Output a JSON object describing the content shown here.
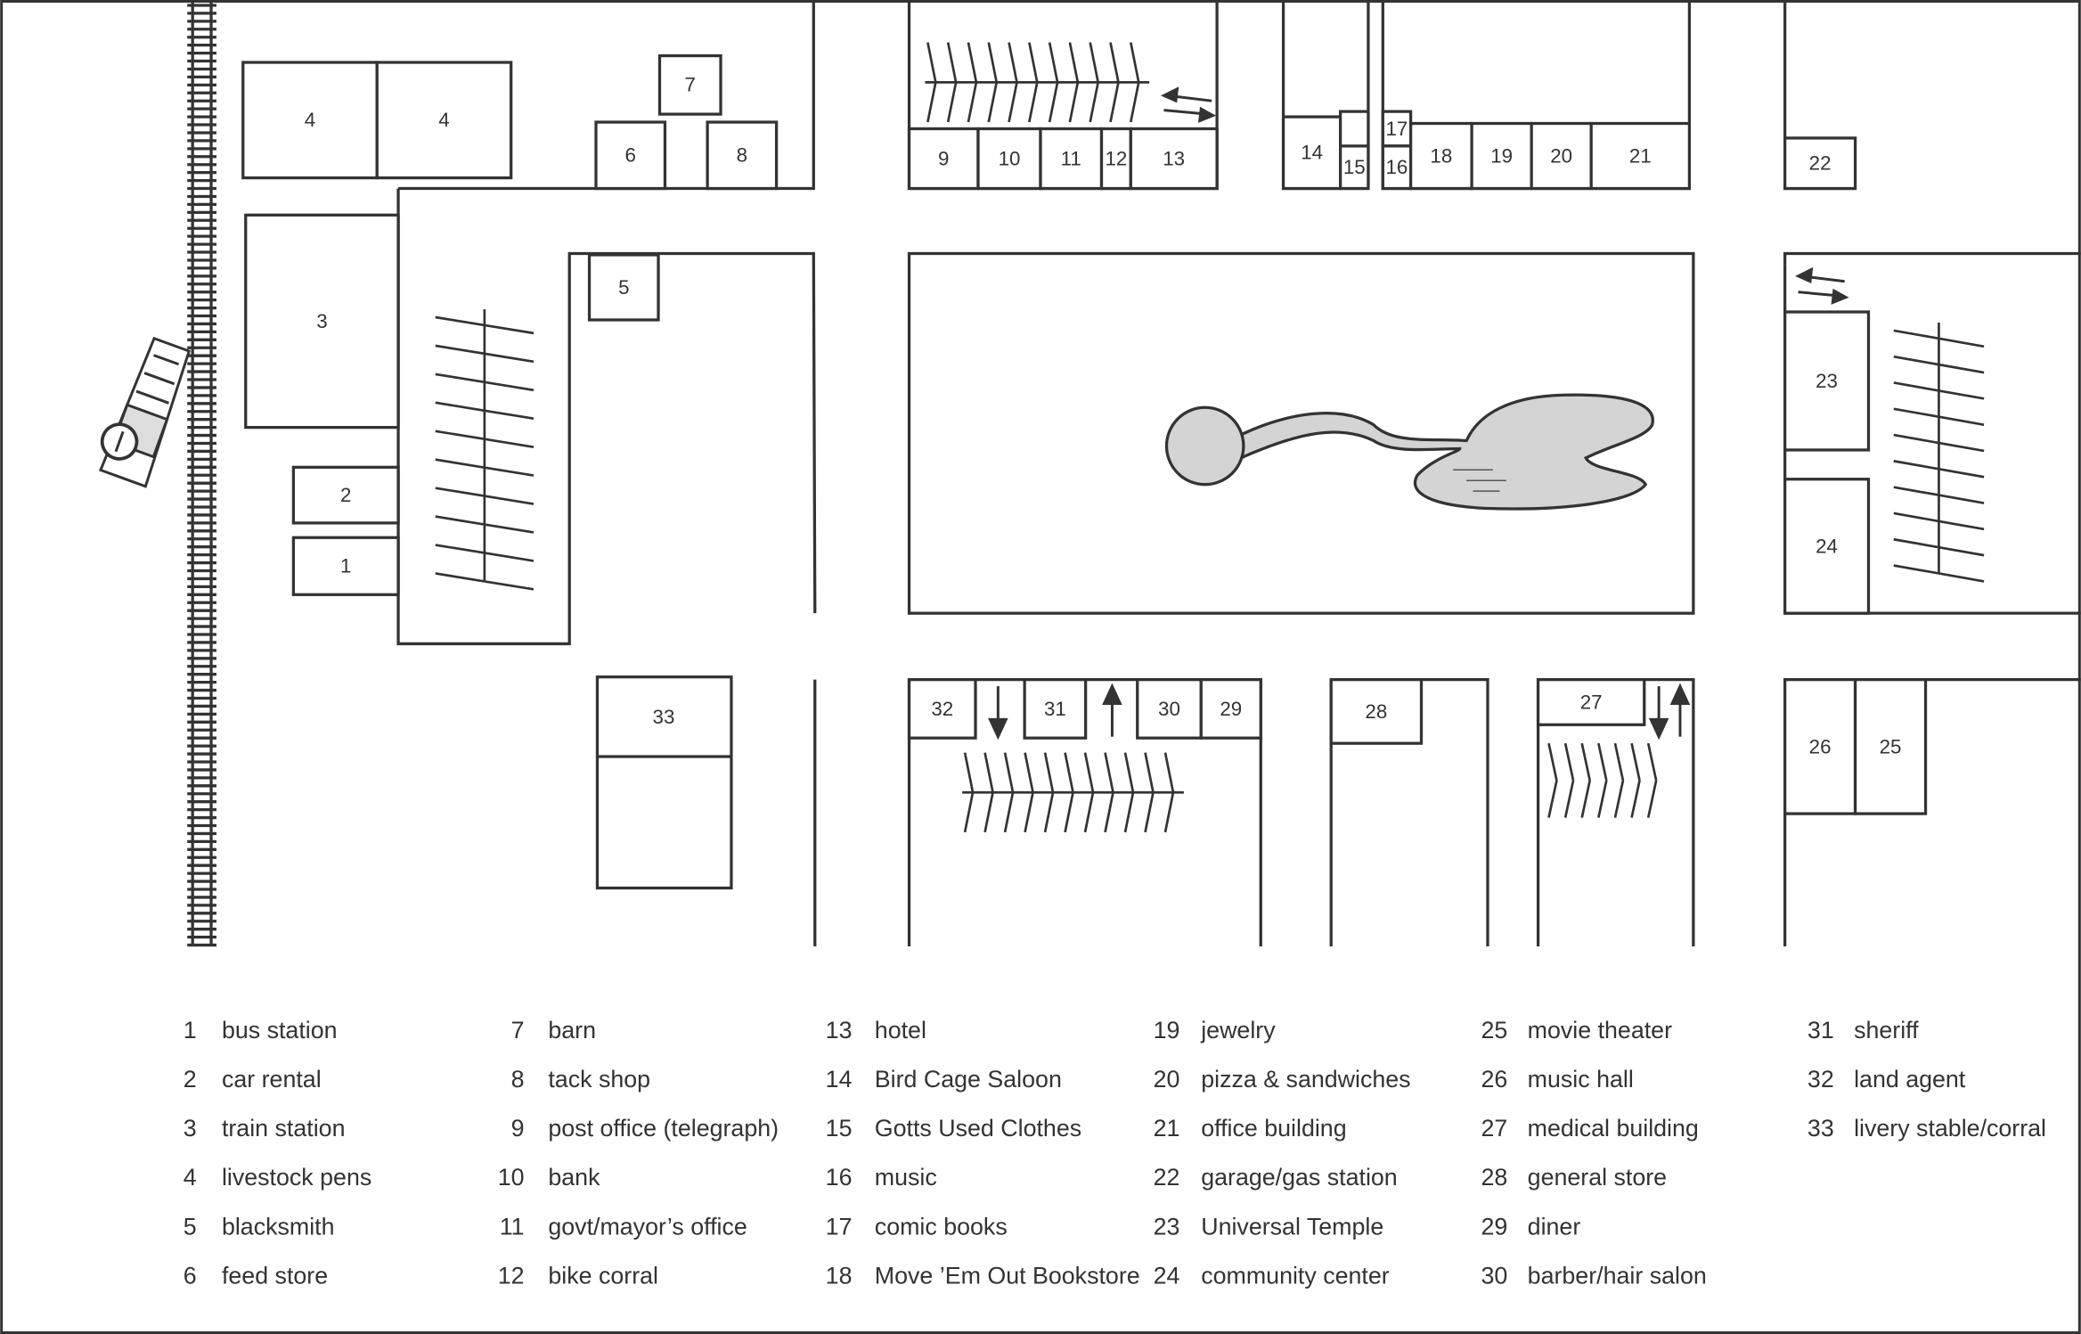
{
  "map": {
    "buildings": {
      "b1": "1",
      "b2": "2",
      "b3": "3",
      "b4a": "4",
      "b4b": "4",
      "b5": "5",
      "b6": "6",
      "b7": "7",
      "b8": "8",
      "b9": "9",
      "b10": "10",
      "b11": "11",
      "b12": "12",
      "b13": "13",
      "b14": "14",
      "b15": "15",
      "b16": "16",
      "b17": "17",
      "b18": "18",
      "b19": "19",
      "b20": "20",
      "b21": "21",
      "b22": "22",
      "b23": "23",
      "b24": "24",
      "b25": "25",
      "b26": "26",
      "b27": "27",
      "b28": "28",
      "b29": "29",
      "b30": "30",
      "b31": "31",
      "b32": "32",
      "b33": "33"
    },
    "colors": {
      "line": "#333333",
      "pond": "#d4d4d4",
      "background": "#ffffff"
    }
  },
  "legend": [
    [
      {
        "n": "1",
        "t": "bus station"
      },
      {
        "n": "2",
        "t": "car rental"
      },
      {
        "n": "3",
        "t": "train station"
      },
      {
        "n": "4",
        "t": "livestock pens"
      },
      {
        "n": "5",
        "t": "blacksmith"
      },
      {
        "n": "6",
        "t": "feed store"
      }
    ],
    [
      {
        "n": "7",
        "t": "barn"
      },
      {
        "n": "8",
        "t": "tack shop"
      },
      {
        "n": "9",
        "t": "post office (telegraph)"
      },
      {
        "n": "10",
        "t": "bank"
      },
      {
        "n": "11",
        "t": "govt/mayor’s office"
      },
      {
        "n": "12",
        "t": "bike corral"
      }
    ],
    [
      {
        "n": "13",
        "t": "hotel"
      },
      {
        "n": "14",
        "t": "Bird Cage Saloon"
      },
      {
        "n": "15",
        "t": "Gotts Used Clothes"
      },
      {
        "n": "16",
        "t": "music"
      },
      {
        "n": "17",
        "t": "comic books"
      },
      {
        "n": "18",
        "t": "Move ’Em Out Bookstore"
      }
    ],
    [
      {
        "n": "19",
        "t": "jewelry"
      },
      {
        "n": "20",
        "t": "pizza & sandwiches"
      },
      {
        "n": "21",
        "t": "office building"
      },
      {
        "n": "22",
        "t": "garage/gas station"
      },
      {
        "n": "23",
        "t": "Universal Temple"
      },
      {
        "n": "24",
        "t": "community center"
      }
    ],
    [
      {
        "n": "25",
        "t": "movie theater"
      },
      {
        "n": "26",
        "t": "music hall"
      },
      {
        "n": "27",
        "t": "medical building"
      },
      {
        "n": "28",
        "t": "general store"
      },
      {
        "n": "29",
        "t": "diner"
      },
      {
        "n": "30",
        "t": "barber/hair salon"
      }
    ],
    [
      {
        "n": "31",
        "t": "sheriff"
      },
      {
        "n": "32",
        "t": "land agent"
      },
      {
        "n": "33",
        "t": "livery stable/corral"
      }
    ]
  ]
}
